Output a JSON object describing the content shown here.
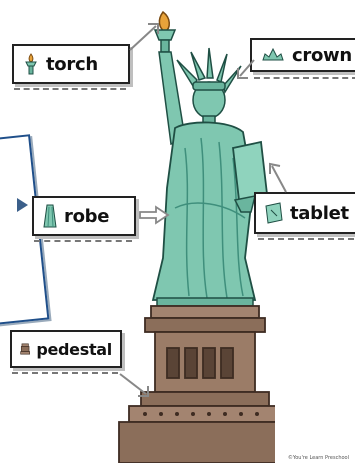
{
  "labels": {
    "torch": "torch",
    "crown": "crown",
    "robe": "robe",
    "tablet": "tablet",
    "pedestal": "pedestal"
  },
  "credit": "©You're Learn Preschool",
  "icons": {
    "torch": "torch-icon",
    "crown": "crown-icon",
    "robe": "robe-icon",
    "tablet": "tablet-icon",
    "pedestal": "pedestal-icon"
  },
  "colors": {
    "statue": "#7fc7b0",
    "statue_dark": "#3f8f7c",
    "pedestal": "#8b6e5a",
    "pedestal_dark": "#5a4436",
    "flame": "#e8a33a",
    "card_border": "#222222"
  }
}
